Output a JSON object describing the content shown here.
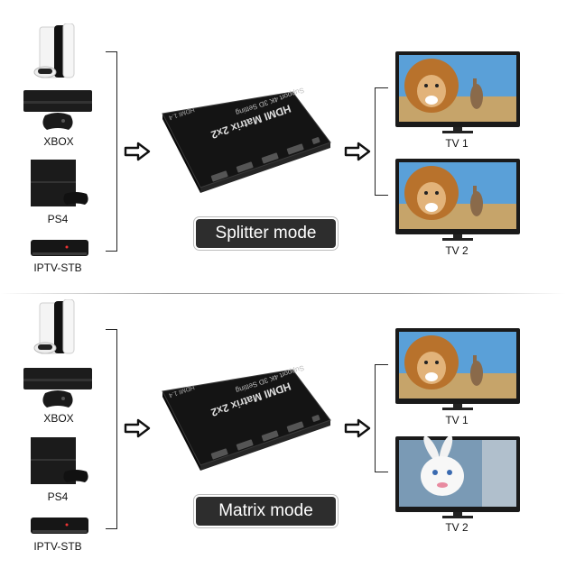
{
  "top": {
    "sources": [
      "XBOX",
      "PS4",
      "IPTV-STB"
    ],
    "device": {
      "title": "HDMI Matrix 2x2",
      "subtitle": "Support 4K 3D Setting",
      "version": "HDMI 1.4"
    },
    "mode_label": "Splitter mode",
    "displays": [
      "TV 1",
      "TV 2"
    ]
  },
  "bottom": {
    "sources": [
      "XBOX",
      "PS4",
      "IPTV-STB"
    ],
    "device": {
      "title": "HDMI Matrix 2x2",
      "subtitle": "Support 4K 3D Setting",
      "version": "HDMI 1.4"
    },
    "mode_label": "Matrix mode",
    "displays": [
      "TV 1",
      "TV 2"
    ]
  },
  "colors": {
    "device_body": "#1c1c1c",
    "mode_pill": "#2d2d2d",
    "tv_frame": "#1a1a1a",
    "lion_sky": "#5aa0d8",
    "lion_mane": "#b8722c",
    "rabbit_bg": "#7a9ab5"
  }
}
